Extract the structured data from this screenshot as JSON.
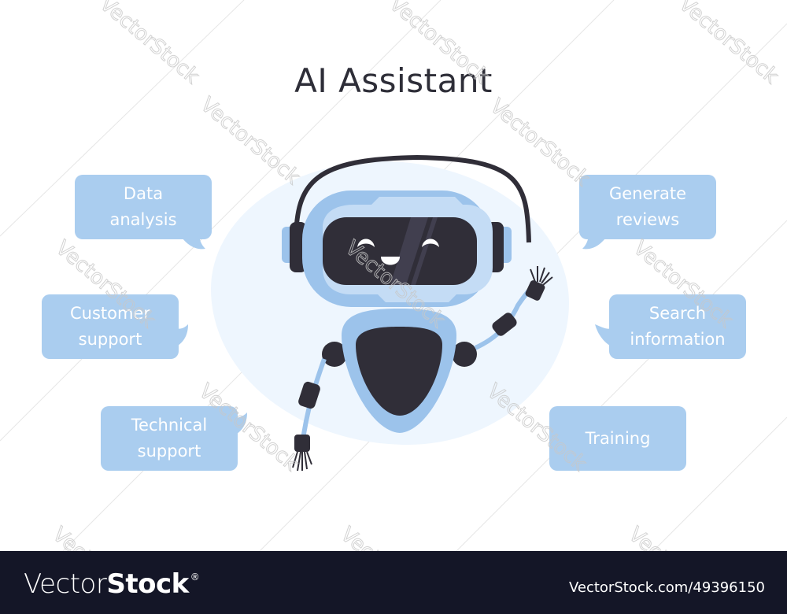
{
  "title": "AI Assistant",
  "bubbles": {
    "data_analysis": {
      "line1": "Data",
      "line2": "analysis"
    },
    "customer_support": {
      "line1": "Customer",
      "line2": "support"
    },
    "technical_support": {
      "line1": "Technical",
      "line2": "support"
    },
    "generate_reviews": {
      "line1": "Generate",
      "line2": "reviews"
    },
    "search_information": {
      "line1": "Search",
      "line2": "information"
    },
    "training": {
      "line1": "Training"
    }
  },
  "robot": {
    "icon": "robot-chatbot-icon",
    "expression": "smiling",
    "pose": "waving"
  },
  "colors": {
    "bubble": "#aacdef",
    "robot_blue": "#9cc3eb",
    "robot_light_blue": "#c4dcf5",
    "robot_dark": "#302e38",
    "blob": "#eef6fe",
    "title": "#2e2e38",
    "footer_bg": "#141627"
  },
  "watermark": {
    "text": "VectorStock"
  },
  "footer": {
    "logo_light": "Vector",
    "logo_bold": "Stock",
    "logo_mark": "®",
    "image_id": "VectorStock.com/49396150"
  }
}
